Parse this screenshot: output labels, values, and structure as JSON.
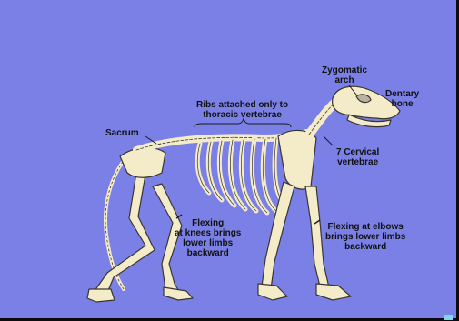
{
  "labels": {
    "zygomatic": [
      "Zygomatic",
      "arch"
    ],
    "dentary": [
      "Dentary",
      "bone"
    ],
    "ribs": [
      "Ribs attached only to",
      "thoracic vertebrae"
    ],
    "sacrum": [
      "Sacrum"
    ],
    "cervical": [
      "7 Cervical",
      "vertebrae"
    ],
    "knees": [
      "Flexing",
      "at knees brings",
      "lower limbs",
      "backward"
    ],
    "elbows": [
      "Flexing at elbows",
      "brings lower limbs",
      "backward"
    ]
  },
  "colors": {
    "background": "#7b80e6",
    "bone": "#f4ecc9",
    "bone_outline": "#3a3530",
    "label_text": "#101010"
  }
}
